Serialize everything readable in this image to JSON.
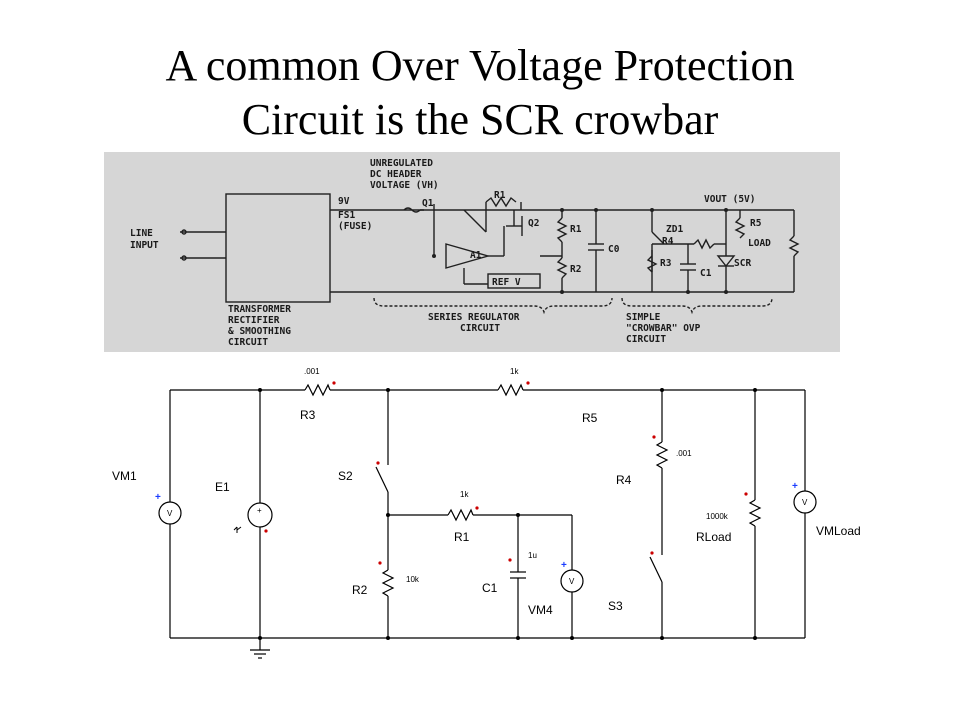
{
  "title": {
    "line1": "A common Over Voltage Protection",
    "line2": "Circuit is the SCR crowbar"
  },
  "scan": {
    "unregulated_1": "UNREGULATED",
    "unregulated_2": "DC HEADER",
    "unregulated_3": "VOLTAGE (VH)",
    "line_input_1": "LINE",
    "line_input_2": "INPUT",
    "v9": "9V",
    "fs1": "FS1",
    "fuse": "(FUSE)",
    "q1": "Q1",
    "r1a": "R1",
    "q2": "Q2",
    "a1": "A1",
    "ref": "REF V",
    "r1b": "R1",
    "r2": "R2",
    "c0": "C0",
    "vout": "VOUT (5V)",
    "zd1": "ZD1",
    "r4": "R4",
    "r3": "R3",
    "c1": "C1",
    "r5": "R5",
    "load": "LOAD",
    "scr": "SCR",
    "trans_1": "TRANSFORMER",
    "trans_2": "RECTIFIER",
    "trans_3": "& SMOOTHING",
    "trans_4": "CIRCUIT",
    "series_1": "SERIES REGULATOR",
    "series_2": "CIRCUIT",
    "crow_1": "SIMPLE",
    "crow_2": "\"CROWBAR\" OVP",
    "crow_3": "CIRCUIT"
  },
  "schematic": {
    "VM1": "VM1",
    "E1": "E1",
    "R3": "R3",
    "R3_val": ".001",
    "S2": "S2",
    "R2": "R2",
    "R2_val": "10k",
    "R1": "R1",
    "R1_val": "1k",
    "C1": "C1",
    "C1_val": "1u",
    "VM4": "VM4",
    "R5": "R5",
    "R5_val": "1k",
    "R4": "R4",
    "R4_val": ".001",
    "S3": "S3",
    "RLoad": "RLoad",
    "RLoad_val": "1000k",
    "VMLoad": "VMLoad",
    "plus": "+",
    "meter_v": "V"
  },
  "colors": {
    "wire": "#000000",
    "polarity": "#cc0000",
    "scan_bg": "#d6d6d6",
    "scan_ink": "#202020"
  }
}
